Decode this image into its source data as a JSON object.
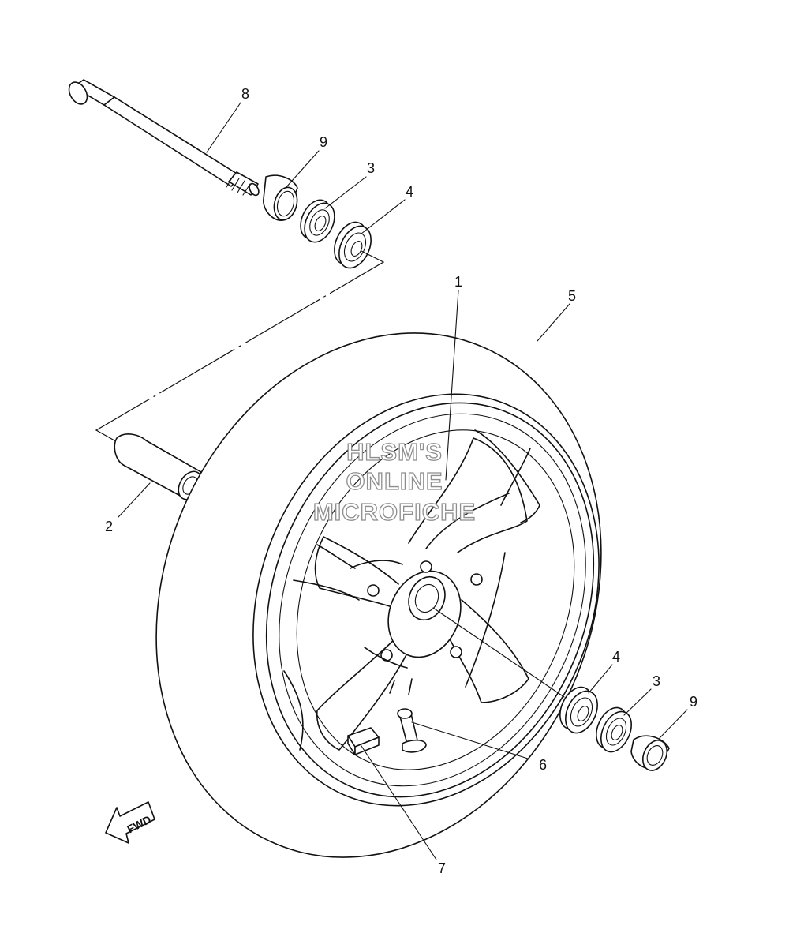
{
  "watermark": {
    "line1": "HLSM'S",
    "line2": "ONLINE",
    "line3": "MICROFICHE"
  },
  "fwd_label": "FWD",
  "callouts": [
    {
      "id": "callout-1",
      "label": "1"
    },
    {
      "id": "callout-2",
      "label": "2"
    },
    {
      "id": "callout-3-top",
      "label": "3"
    },
    {
      "id": "callout-3-right",
      "label": "3"
    },
    {
      "id": "callout-4-top",
      "label": "4"
    },
    {
      "id": "callout-4-right",
      "label": "4"
    },
    {
      "id": "callout-5",
      "label": "5"
    },
    {
      "id": "callout-6",
      "label": "6"
    },
    {
      "id": "callout-7",
      "label": "7"
    },
    {
      "id": "callout-8",
      "label": "8"
    },
    {
      "id": "callout-9-top",
      "label": "9"
    },
    {
      "id": "callout-9-right",
      "label": "9"
    }
  ]
}
